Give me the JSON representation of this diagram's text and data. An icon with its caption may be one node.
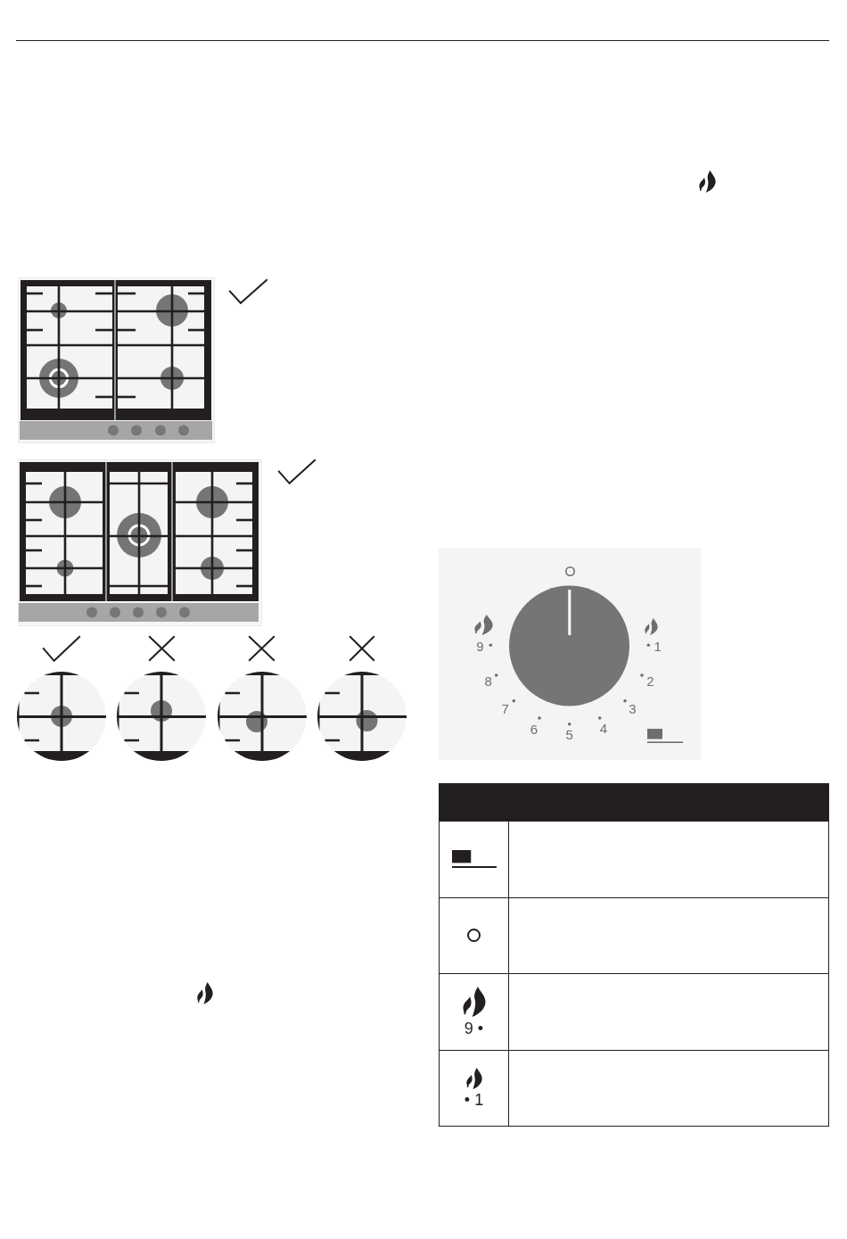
{
  "diagram": {
    "labels": [
      "9",
      "1",
      "8",
      "2",
      "7",
      "3",
      "6",
      "4",
      "5",
      "9 •",
      "• 1"
    ]
  }
}
